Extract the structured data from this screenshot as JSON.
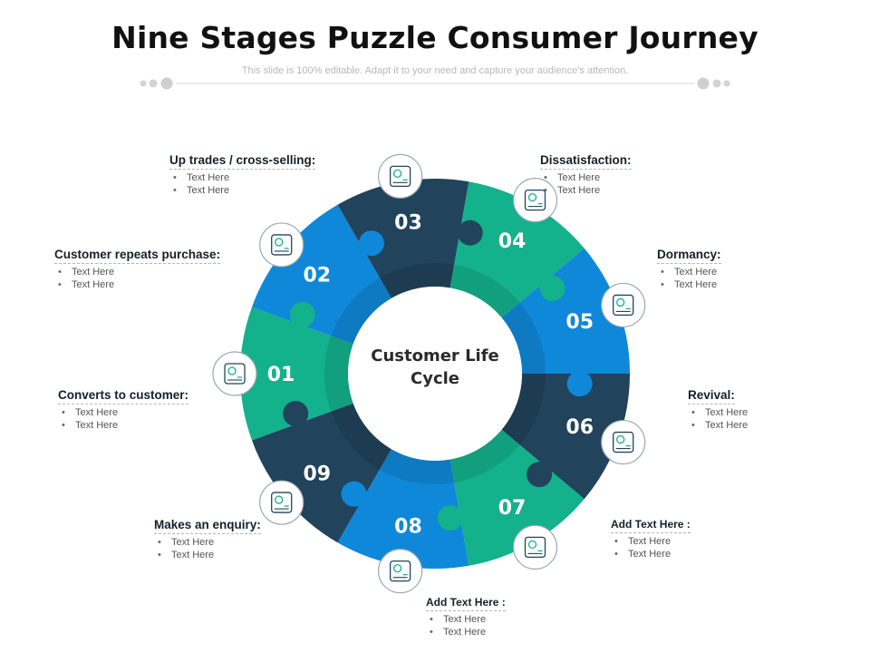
{
  "title": "Nine Stages Puzzle Consumer Journey",
  "subtitle": "This slide is 100% editable. Adapt it to your need and capture your audience's attention.",
  "center": {
    "line1": "Customer Life",
    "line2": "Cycle"
  },
  "colors": {
    "green": "#13b18c",
    "blue": "#0f88d9",
    "navy": "#21435c",
    "icon": "#13b18c"
  },
  "segments": [
    {
      "number": "01",
      "color": "green"
    },
    {
      "number": "02",
      "color": "blue"
    },
    {
      "number": "03",
      "color": "navy"
    },
    {
      "number": "04",
      "color": "green"
    },
    {
      "number": "05",
      "color": "blue"
    },
    {
      "number": "06",
      "color": "navy"
    },
    {
      "number": "07",
      "color": "green"
    },
    {
      "number": "08",
      "color": "blue"
    },
    {
      "number": "09",
      "color": "navy"
    }
  ],
  "stages": [
    {
      "heading": "Makes an enquiry:",
      "bullets": [
        "Text Here",
        "Text Here"
      ],
      "icon": "people-chat-icon"
    },
    {
      "heading": "Converts to customer:",
      "bullets": [
        "Text Here",
        "Text Here"
      ],
      "icon": "network-people-icon"
    },
    {
      "heading": "Customer repeats purchase:",
      "bullets": [
        "Text Here",
        "Text Here"
      ],
      "icon": "phone-dollar-icon"
    },
    {
      "heading": "Up trades / cross-selling:",
      "bullets": [
        "Text Here",
        "Text Here"
      ],
      "icon": "browser-globe-icon"
    },
    {
      "heading": "Dissatisfaction:",
      "bullets": [
        "Text Here",
        "Text Here"
      ],
      "icon": "document-sad-icon"
    },
    {
      "heading": "Dormancy:",
      "bullets": [
        "Text Here",
        "Text Here"
      ],
      "icon": "dollar-down-icon"
    },
    {
      "heading": "Revival:",
      "bullets": [
        "Text Here",
        "Text Here"
      ],
      "icon": "dollar-growth-icon"
    },
    {
      "heading": "Add Text Here :",
      "bullets": [
        "Text Here",
        "Text Here"
      ],
      "icon": "hand-lock-icon"
    },
    {
      "heading": "Add Text Here :",
      "bullets": [
        "Text Here",
        "Text Here"
      ],
      "icon": "presenter-board-icon"
    }
  ]
}
